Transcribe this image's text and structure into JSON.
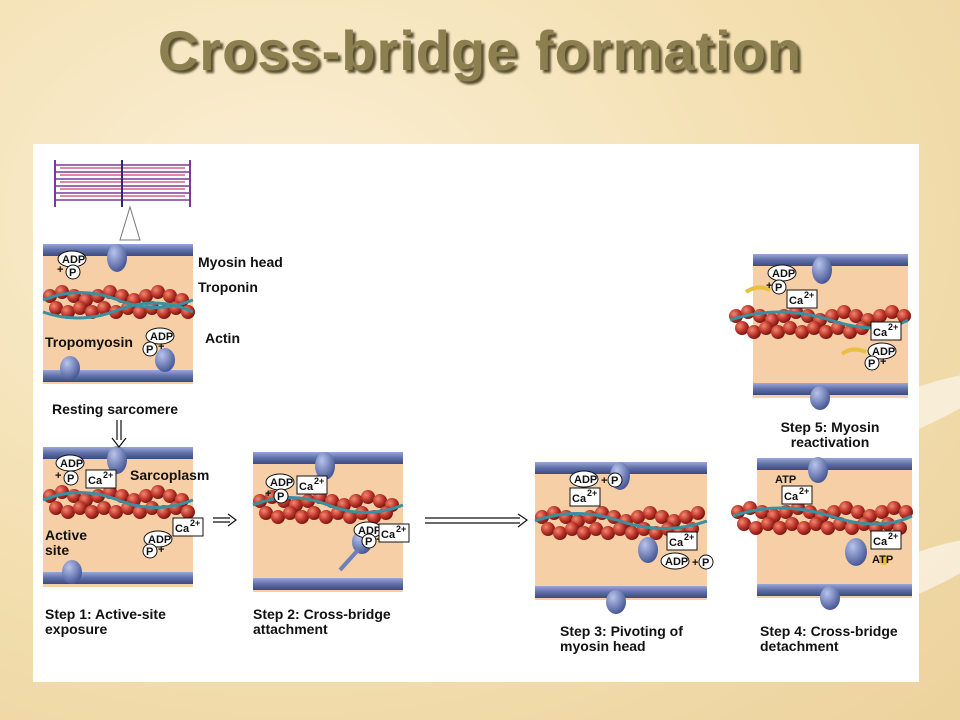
{
  "slide": {
    "title": "Cross-bridge formation"
  },
  "labels": {
    "myosin_head": "Myosin head",
    "troponin": "Troponin",
    "actin": "Actin",
    "tropomyosin": "Tropomyosin",
    "resting_sarcomere": "Resting sarcomere",
    "sarcoplasm": "Sarcoplasm",
    "active_site_1": "Active",
    "active_site_2": "site"
  },
  "steps": [
    {
      "line1": "Step 1: Active-site",
      "line2": "exposure"
    },
    {
      "line1": "Step 2: Cross-bridge",
      "line2": "attachment"
    },
    {
      "line1": "Step 3: Pivoting of",
      "line2": "myosin head"
    },
    {
      "line1": "Step 4: Cross-bridge",
      "line2": "detachment"
    },
    {
      "line1": "Step 5: Myosin",
      "line2": "reactivation"
    }
  ],
  "molecules": {
    "adp": "ADP",
    "p": "P",
    "plus": "+",
    "ca": "Ca",
    "ca_charge": "2+",
    "atp": "ATP"
  },
  "colors": {
    "title": "#8c8050",
    "sarcoplasm": "#f7cfa6",
    "filament": "#5f6fa8",
    "actin_bead": "#c0362c",
    "myosin_head": "#6f7fb8",
    "tropomyosin": "#3a8fa0",
    "atp_highlight": "#e8c040"
  }
}
